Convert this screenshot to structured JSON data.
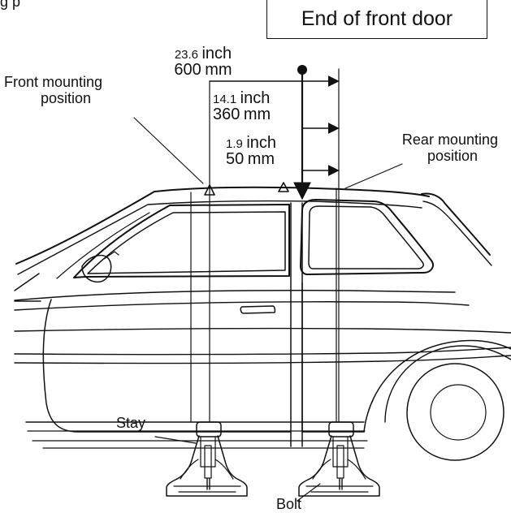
{
  "diagram": {
    "cut_top_text": "g p",
    "callout": "End of front door",
    "dimensions": [
      {
        "value": "23.6",
        "unit": "inch",
        "metric": "600",
        "metric_unit": "mm"
      },
      {
        "value": "14.1",
        "unit": "inch",
        "metric": "360",
        "metric_unit": "mm"
      },
      {
        "value": "1.9",
        "unit": "inch",
        "metric": "50",
        "metric_unit": "mm"
      }
    ],
    "labels": {
      "front_mounting": "Front mounting",
      "front_position": "position",
      "rear_mounting": "Rear mounting",
      "rear_position": "position",
      "stay": "Stay",
      "bolt": "Bolt"
    }
  }
}
